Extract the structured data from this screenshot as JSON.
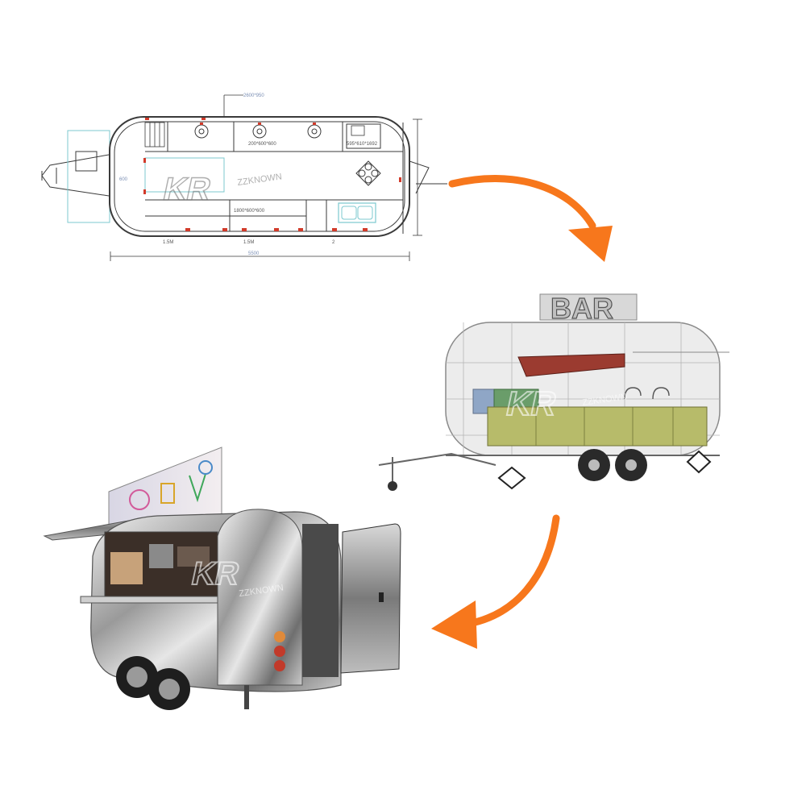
{
  "plan": {
    "top_dim": "2600*950",
    "inner_dims": [
      "200*600*600",
      "595*610*1692"
    ],
    "fridge_label": "1800*600*600",
    "bottom_labels": [
      "1.5M",
      "1.5M",
      "2"
    ],
    "total_length": "5500",
    "side_dim": "600"
  },
  "watermark": {
    "mark": "KR",
    "text": "ZZKNOWN"
  },
  "render": {
    "sign_text": "BAR"
  },
  "colors": {
    "arrow": "#f7771c",
    "counter": "#b7bb6a",
    "awning": "#9b3b30",
    "plan_line": "#3a3a3a",
    "plan_cyan": "#7cc8cf",
    "plan_red": "#d23a2a"
  }
}
